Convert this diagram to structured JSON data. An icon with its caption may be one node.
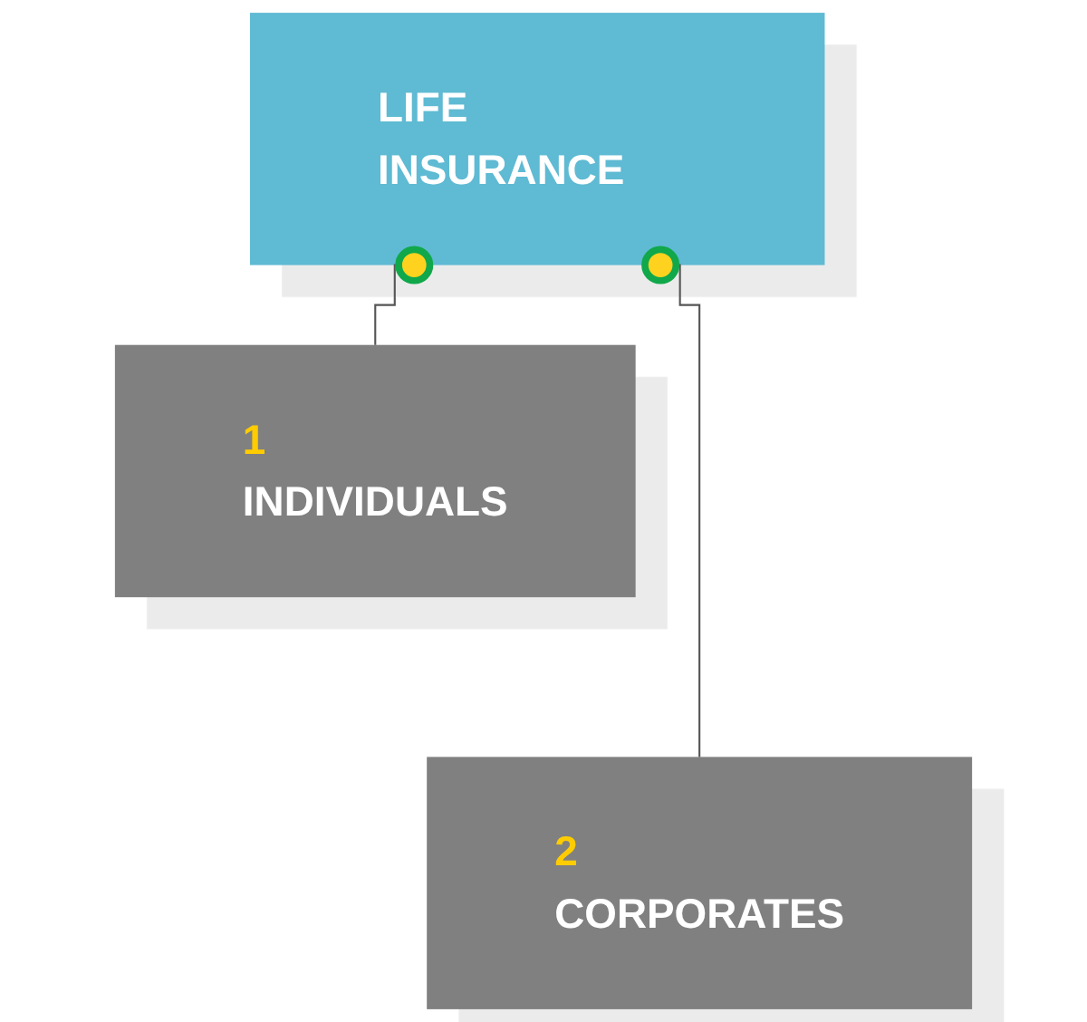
{
  "diagram": {
    "nodes": [
      {
        "text": [
          "LIFE INSURANCE"
        ]
      },
      {
        "text": [
          "1",
          "INDIVIDUALS"
        ]
      },
      {
        "text": [
          "2",
          "CORPORATES"
        ]
      }
    ],
    "edges": [
      {
        "from": 0,
        "to": 1,
        "arrow": "other"
      },
      {
        "from": 0,
        "to": 2,
        "arrow": "other"
      }
    ]
  }
}
